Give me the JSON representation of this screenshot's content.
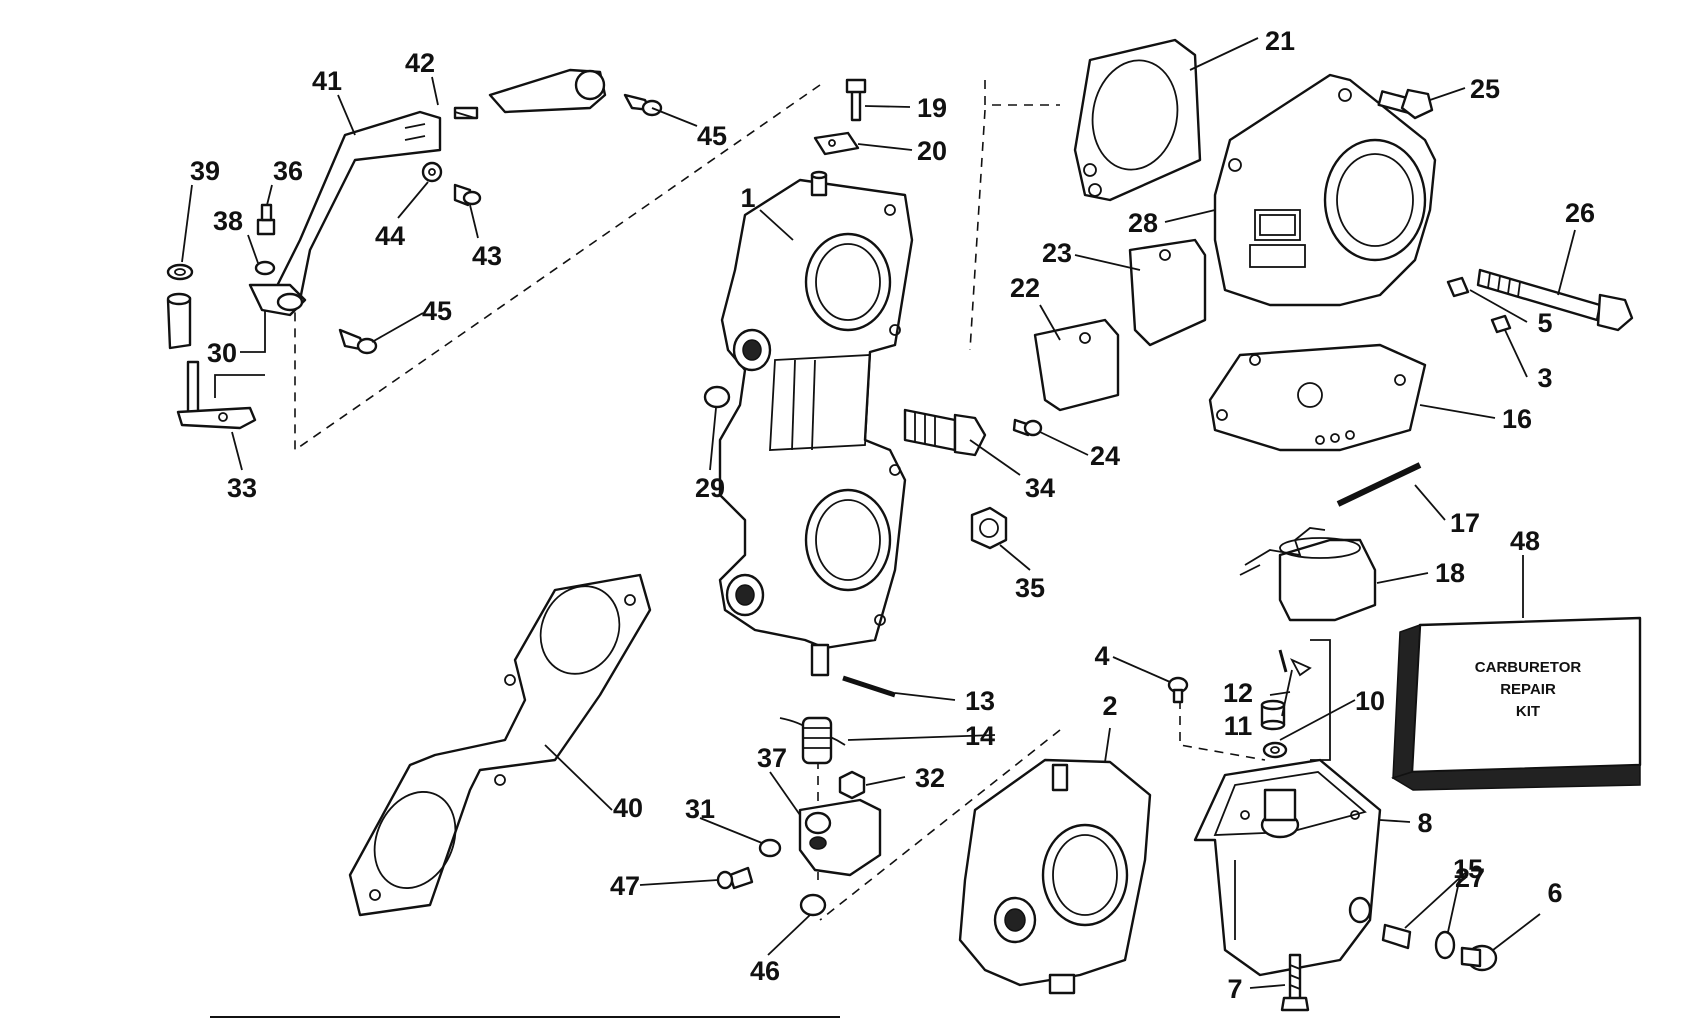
{
  "diagram": {
    "kit_box": {
      "line1": "CARBURETOR",
      "line2": "REPAIR",
      "line3": "KIT"
    },
    "labels": {
      "l1": "1",
      "l2": "2",
      "l3": "3",
      "l4": "4",
      "l5": "5",
      "l6": "6",
      "l7": "7",
      "l8": "8",
      "l10": "10",
      "l11": "11",
      "l12": "12",
      "l13": "13",
      "l14": "14",
      "l15": "15",
      "l16": "16",
      "l17": "17",
      "l18": "18",
      "l19": "19",
      "l20": "20",
      "l21": "21",
      "l22": "22",
      "l23": "23",
      "l24": "24",
      "l25": "25",
      "l26": "26",
      "l27": "27",
      "l28": "28",
      "l29": "29",
      "l30": "30",
      "l31": "31",
      "l32": "32",
      "l33": "33",
      "l34": "34",
      "l35": "35",
      "l36": "36",
      "l37": "37",
      "l38": "38",
      "l39": "39",
      "l40": "40",
      "l41": "41",
      "l42": "42",
      "l43": "43",
      "l44": "44",
      "l45a": "45",
      "l45b": "45",
      "l46": "46",
      "l47": "47",
      "l48": "48"
    }
  }
}
